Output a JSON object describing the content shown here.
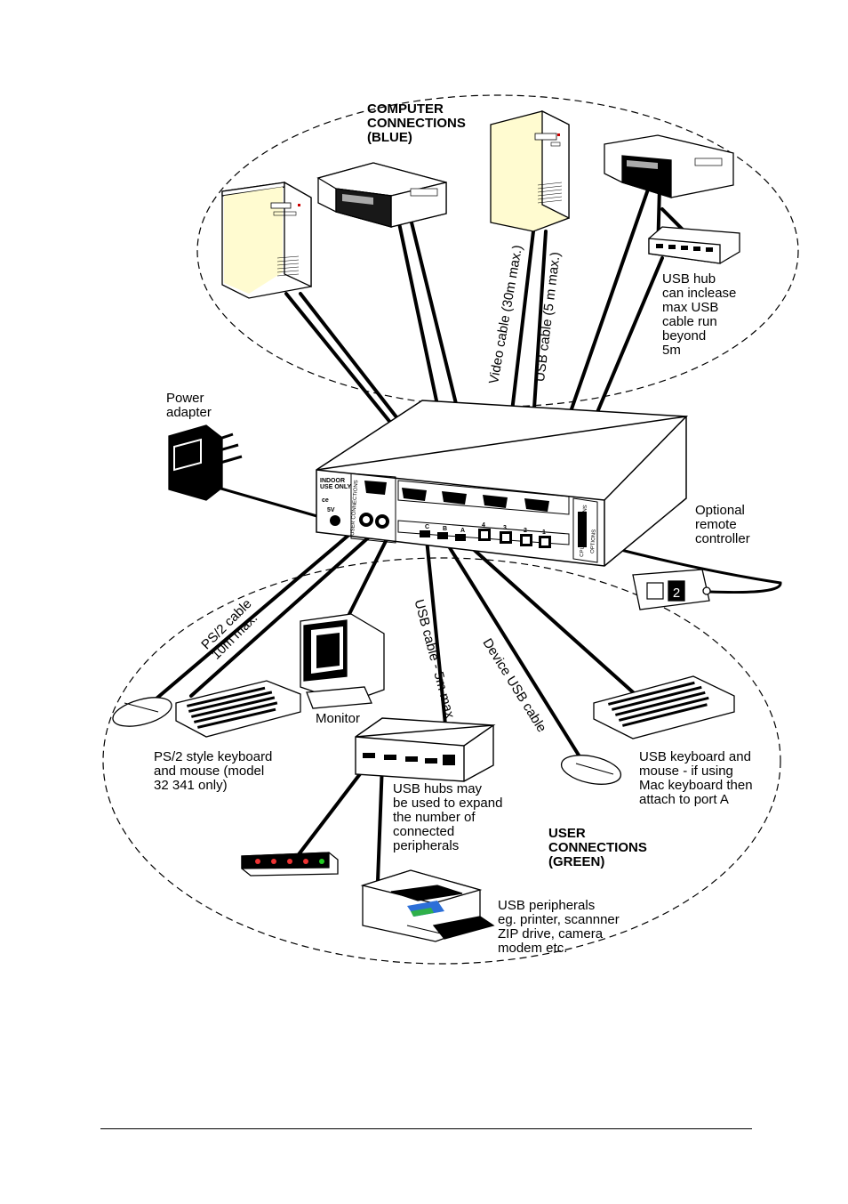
{
  "labels": {
    "computer_connections": "COMPUTER\nCONNECTIONS\n(BLUE)",
    "user_connections": "USER\nCONNECTIONS\n(GREEN)",
    "power_adapter": "Power\nadapter",
    "video_cable": "Video cable (30m max.)",
    "usb_cable_cpu": "USB cable (5 m max.)",
    "usb_hub_note": "USB hub\ncan inclease\nmax USB\ncable run\nbeyond\n5m",
    "optional_remote": "Optional\nremote\ncontroller",
    "ps2_cable": "PS/2 cable\n10m max.",
    "usb_cable_user": "USB cable - 5m max",
    "device_usb_cable": "Device USB cable",
    "monitor": "Monitor",
    "ps2_keyboard_mouse": "PS/2 style keyboard\nand mouse (model\n32 341 only)",
    "usb_hubs_expand": "USB hubs may\nbe used to expand\nthe number of\nconnected\nperipherals",
    "usb_keyboard_mouse": "USB keyboard and\nmouse - if using\nMac keyboard then\nattach to port A",
    "usb_peripherals": "USB peripherals\neg. printer, scannner\nZIP drive, camera\nmodem etc."
  },
  "switch_panel": {
    "indoor": "INDOOR\nUSE ONLY",
    "ce": "ce",
    "voltage": "5V",
    "user_connections": "USER CONNECTIONS",
    "cpu_connections": "CPU CONNECTIONS",
    "options": "OPTIONS",
    "port_c": "C",
    "port_b": "B",
    "port_a": "A",
    "cpu_port_4": "4",
    "cpu_port_3": "3",
    "cpu_port_2": "2",
    "cpu_port_1": "1"
  },
  "remote_display": "2"
}
